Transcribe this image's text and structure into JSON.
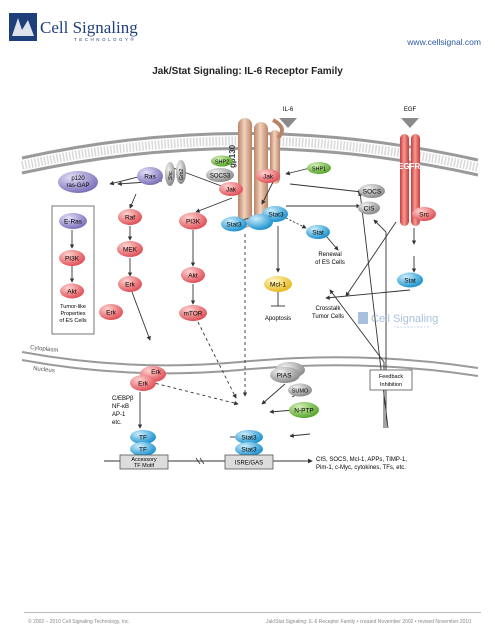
{
  "header": {
    "logo_text": "Cell Signaling",
    "logo_subtext": "TECHNOLOGY®",
    "website": "www.cellsignal.com",
    "title": "Jak/Stat Signaling: IL-6 Receptor Family"
  },
  "colors": {
    "green": "#6cbb3c",
    "red": "#e76a6e",
    "blue": "#2aa3d9",
    "purple": "#8e84c6",
    "grey": "#9d9d9d",
    "yellow": "#f4d24a",
    "receptor": "#d9a98b",
    "membrane": "#a9a9a9"
  },
  "diagram": {
    "ligand_il6": "IL-6",
    "ligand_egf": "EGF",
    "gp130": "gp130",
    "egfr": "EGFR",
    "shp2": "SHP2",
    "socs3": "SOCS3",
    "jak_left": "Jak",
    "jak_right": "Jak",
    "shp1": "SHP1",
    "socs": "SOCS",
    "cis": "CIS",
    "stat3_dimer_1": "Stat3",
    "stat3_dimer_2": "Stat3",
    "stat_renewal": "Stat",
    "renewal_label": "Renewal\nof ES Cells",
    "src": "Src",
    "stat_src": "Stat",
    "ras": "Ras",
    "shc": "Shc",
    "grb2": "Grb2",
    "p120": "p120\nras-GAP",
    "eras": "E-Ras",
    "pi3k_box": "PI3K",
    "akt_box": "Akt",
    "tumor_label": "Tumor-like\nProperties\nof ES Cells",
    "raf": "Raf",
    "mek": "MEK",
    "erk": "Erk",
    "erk_left": "Erk",
    "pi3k": "PI3K",
    "akt": "Akt",
    "mtor": "mTOR",
    "mcl1": "Mcl-1",
    "apoptosis": "Apoptosis",
    "crosstalk": "Crosstalk\nTumor Cells",
    "cytoplasm": "Cytoplasm",
    "nucleus": "Nucleus",
    "erk_nuc_1": "Erk",
    "erk_nuc_2": "Erk",
    "pias": "PIAS",
    "sumo": "SUMO",
    "feedback": "Feedback\nInhibition",
    "tf_list": "C/EBPβ\nNF-κB\nAP-1\netc.",
    "tf1": "TF",
    "tf2": "TF",
    "stat3_nuc_1": "Stat3",
    "stat3_nuc_2": "Stat3",
    "nptp": "N-PTP",
    "accessory": "Accessory\nTF Motif",
    "isre": "ISRE/GAS",
    "targets": "CIS, SOCS, Mcl-1, APPs, TIMP-1,\nPim-1, c-Myc, cytokines, TFs, etc.",
    "watermark_text": "Cell Signaling",
    "watermark_sub": "TECHNOLOGY®"
  },
  "footer": {
    "left": "© 2002 – 2010 Cell Signaling Technology, Inc.",
    "right": "Jak/Stat Signaling: IL-6 Receptor Family • created November 2002 • revised November 2010"
  }
}
